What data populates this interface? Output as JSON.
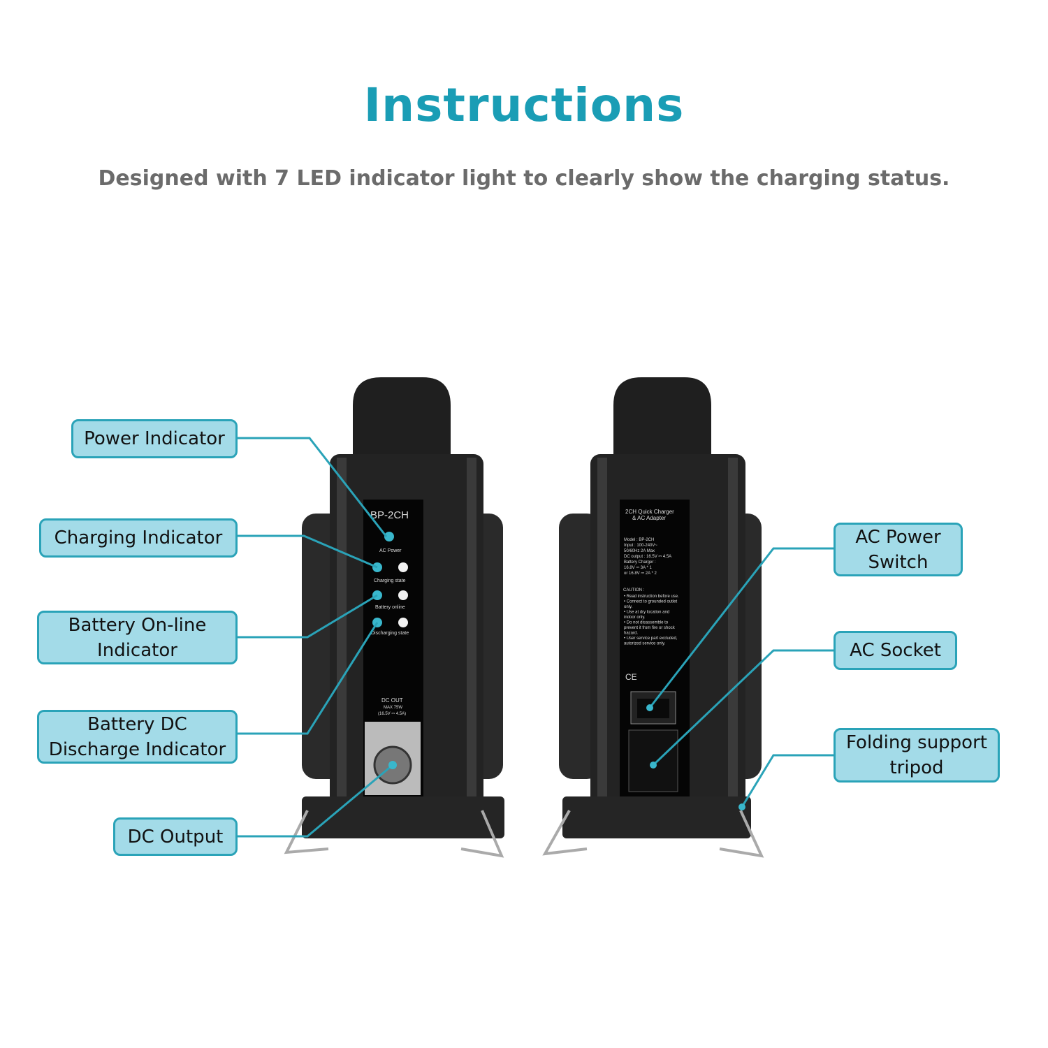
{
  "header": {
    "title": "Instructions",
    "subtitle": "Designed with 7 LED indicator light to clearly show the charging status."
  },
  "colors": {
    "accent": "#1a9db5",
    "label_fill": "#a3dbe8",
    "label_border": "#2aa3b8",
    "device": "#1b1b1b"
  },
  "front_panel": {
    "model": "BP-2CH",
    "ac_power": "AC Power",
    "charging_state": "Charging state",
    "battery_online": "Battery online",
    "discharging_state": "Discharging state",
    "dc_out": "DC OUT",
    "max": "MAX 75W",
    "rating": "(16.5V ⎓ 4.5A)"
  },
  "back_panel": {
    "title_1": "2CH Quick Charger",
    "title_2": "& AC Adapter",
    "specs": [
      "Model : BP-2CH",
      "Input :  100-240V~",
      "50/60Hz 2A Max",
      "DC output : 16.5V ⎓ 4.5A",
      "Battery Charger :",
      "16.8V ⎓ 3A * 1",
      "or 16.8V ⎓ 2A * 2"
    ],
    "caution_title": "CAUTION :",
    "caution": [
      "• Read instruction before use.",
      "• Connect to grounded outlet",
      "  only.",
      "• Use at dry location and",
      "  indoor only.",
      "• Do not disassemble to",
      "  prevent it from fire or shock",
      "  hazard.",
      "• User service part excluded,",
      "  autorized service only."
    ],
    "marks": "CE"
  },
  "labels": {
    "power_indicator": "Power Indicator",
    "charging_indicator": "Charging Indicator",
    "battery_online": [
      "Battery On-line",
      "Indicator"
    ],
    "battery_dc": [
      "Battery DC",
      "Discharge Indicator"
    ],
    "dc_output": "DC Output",
    "ac_power_switch": [
      "AC Power",
      "Switch"
    ],
    "ac_socket": "AC Socket",
    "folding_tripod": [
      "Folding support",
      "tripod"
    ]
  }
}
